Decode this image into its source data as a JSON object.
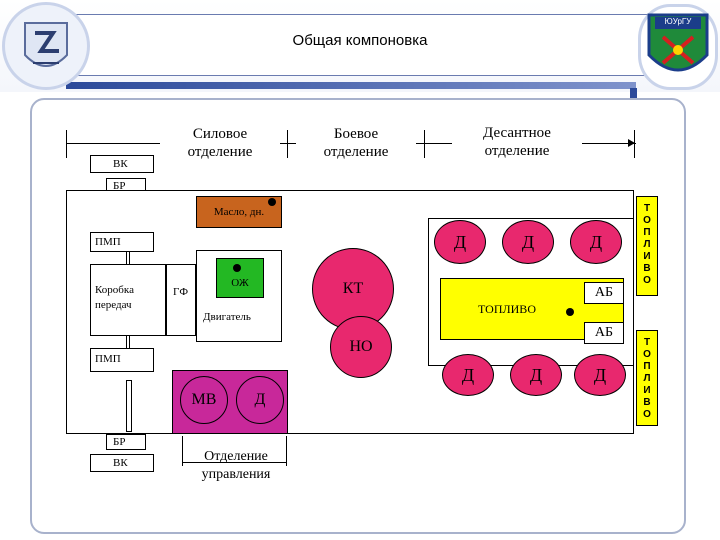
{
  "header": {
    "title": "Общая компоновка"
  },
  "logos": {
    "right_text": "ЮУрГУ"
  },
  "compartments": {
    "power": "Силовое\nотделение",
    "combat": "Боевое\nотделение",
    "troop": "Десантное\nотделение",
    "control": "Отделение\nуправления"
  },
  "labels": {
    "vk_top": "ВК",
    "br_top": "БР",
    "oil": "Масло, дн.",
    "pmp_top": "ПМП",
    "gearbox": "Коробка\nпередач",
    "gf": "ГФ",
    "ozh": "ОЖ",
    "engine": "Двигатель",
    "pmp_bottom": "ПМП",
    "mv": "МВ",
    "d_control": "Д",
    "br_bottom": "БР",
    "vk_bottom": "ВК",
    "kt": "КТ",
    "no": "НО",
    "d1": "Д",
    "d2": "Д",
    "d3": "Д",
    "fuel": "ТОПЛИВО",
    "ab1": "АБ",
    "ab2": "АБ",
    "d4": "Д",
    "d5": "Д",
    "d6": "Д",
    "fuel_side_top": "Т\nО\nП\nЛ\nИ\nВ\nО",
    "fuel_side_bottom": "Т\nО\nП\nЛ\nИ\nВ\nО"
  },
  "colors": {
    "oil_box": "#c8641e",
    "ozh_box": "#23b823",
    "fuel_box": "#ffff00",
    "circles": "#e8286e",
    "control_box": "#c8289a",
    "side_fuel": "#ffff00"
  }
}
